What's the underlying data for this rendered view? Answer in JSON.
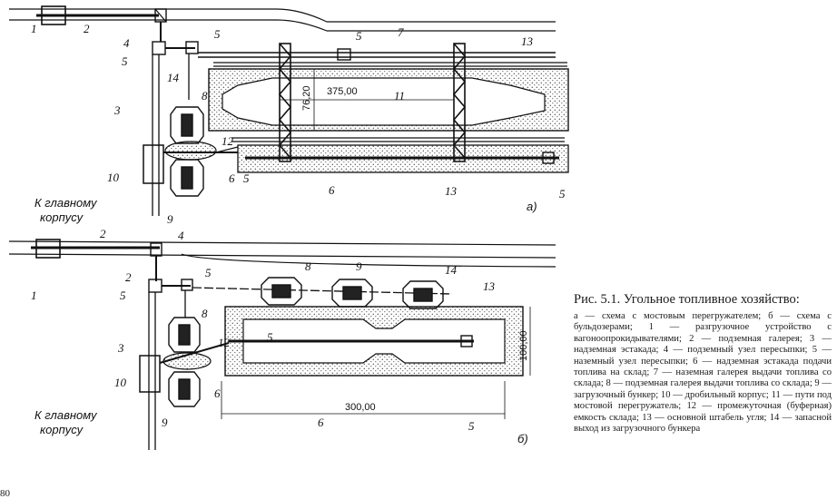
{
  "figure_a": {
    "callouts": {
      "n1": "1",
      "n2": "2",
      "n3": "3",
      "n4": "4",
      "n5a": "5",
      "n5b": "5",
      "n5c": "5",
      "n5d": "5",
      "n5e": "5",
      "n6a": "6",
      "n6b": "6",
      "n7": "7",
      "n8": "8",
      "n9": "9",
      "n10": "10",
      "n11": "11",
      "n12": "12",
      "n13a": "13",
      "n13b": "13",
      "n14": "14"
    },
    "dim_length": "375,00",
    "dim_width": "76,20",
    "side_label_1": "К главному",
    "side_label_2": "корпусу",
    "subfigure_label": "а)"
  },
  "figure_b": {
    "callouts": {
      "n1": "1",
      "n2a": "2",
      "n2b": "2",
      "n3": "3",
      "n4": "4",
      "n5a": "5",
      "n5b": "5",
      "n5c": "5",
      "n5d": "5",
      "n6a": "6",
      "n6b": "6",
      "n8a": "8",
      "n8b": "8",
      "n9a": "9",
      "n9b": "9",
      "n10": "10",
      "n12": "12",
      "n13": "13",
      "n14": "14"
    },
    "dim_length": "300,00",
    "dim_width": "100,00",
    "side_label_1": "К главному",
    "side_label_2": "корпусу",
    "subfigure_label": "б)"
  },
  "caption": {
    "title": "Рис. 5.1. Угольное топливное хозяйство:",
    "text": "а — схема с мостовым перегружателем; б — схема с бульдозерами; 1 — разгрузочное устройство с вагоноопрокидывателями; 2 — подземная галерея; 3 — надземная эстакада; 4 — подземный узел пересыпки; 5 — наземный узел пересыпки; 6 — надземная эстакада подачи топлива на склад; 7 — наземная галерея выдачи топлива со склада; 8 — подземная галерея выдачи топлива со склада; 9 — загрузочный бункер; 10 — дробильный корпус; 11 — пути под мостовой перегружатель; 12 — промежуточная (буферная) емкость склада; 13 — основной штабель угля; 14 — запасной выход из загрузочного бункера"
  },
  "page_number": "80"
}
